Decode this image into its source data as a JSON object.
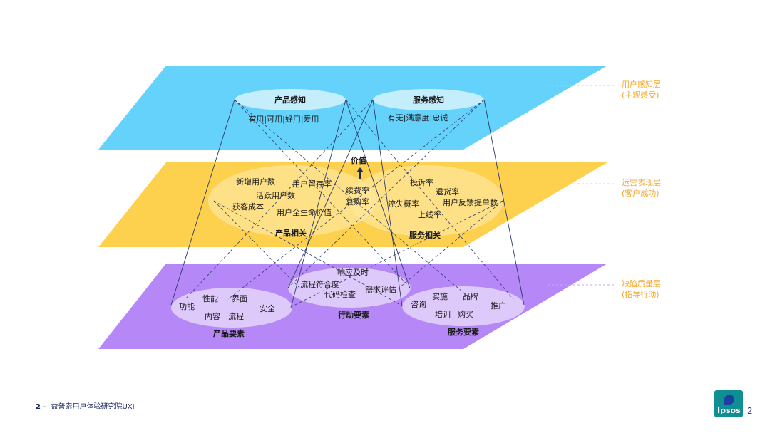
{
  "layers": [
    {
      "id": "perception",
      "color": "#65d2fb",
      "side_label_1": "用户感知层",
      "side_label_2": "(主观感受)",
      "side_color": "#f5a623"
    },
    {
      "id": "operation",
      "color": "#fdd04d",
      "side_label_1": "运营表现层",
      "side_label_2": "(客户成功)",
      "side_color": "#f5a623"
    },
    {
      "id": "defect",
      "color": "#b587f7",
      "side_label_1": "缺陷质量层",
      "side_label_2": "(指导行动)",
      "side_color": "#f5a623"
    }
  ],
  "perception": {
    "product_title": "产品感知",
    "product_sub": "有用|可用|好用|爱用",
    "service_title": "服务感知",
    "service_sub": "有无|满意度|忠诚"
  },
  "operation": {
    "value_label": "价值",
    "product_items": [
      "新增用户数",
      "用户留存率",
      "活跃用户数",
      "获客成本",
      "用户全生命价值"
    ],
    "shared_items": [
      "续费率",
      "复购率"
    ],
    "service_items": [
      "投诉率",
      "退货率",
      "流失概率",
      "用户反馈提单数",
      "上线率"
    ],
    "product_label": "产品相关",
    "service_label": "服务相关"
  },
  "defect": {
    "product_items": [
      "功能",
      "性能",
      "界面",
      "内容",
      "流程",
      "安全"
    ],
    "product_label": "产品要素",
    "action_items": [
      "响应及时",
      "流程符合度",
      "代码检查",
      "需求评估"
    ],
    "action_label": "行动要素",
    "service_items": [
      "咨询",
      "实施",
      "品牌",
      "培训",
      "购买",
      "推广"
    ],
    "service_label": "服务要素"
  },
  "footer": {
    "page_prefix": "2 –",
    "org": "益普索用户体验研究院UXI",
    "page_number": "2",
    "logo_text": "Ipsos"
  }
}
